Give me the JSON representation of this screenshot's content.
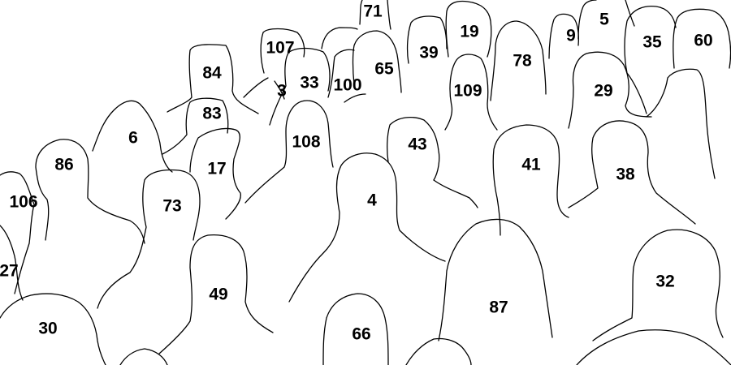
{
  "figure": {
    "labels": [
      {
        "id": "71",
        "text": "71"
      },
      {
        "id": "5",
        "text": "5"
      },
      {
        "id": "19",
        "text": "19"
      },
      {
        "id": "9",
        "text": "9"
      },
      {
        "id": "35",
        "text": "35"
      },
      {
        "id": "60",
        "text": "60"
      },
      {
        "id": "107",
        "text": "107"
      },
      {
        "id": "39",
        "text": "39"
      },
      {
        "id": "78",
        "text": "78"
      },
      {
        "id": "65",
        "text": "65"
      },
      {
        "id": "84",
        "text": "84"
      },
      {
        "id": "33",
        "text": "33"
      },
      {
        "id": "100",
        "text": "100"
      },
      {
        "id": "3",
        "text": "3"
      },
      {
        "id": "109",
        "text": "109"
      },
      {
        "id": "29",
        "text": "29"
      },
      {
        "id": "83",
        "text": "83"
      },
      {
        "id": "6",
        "text": "6"
      },
      {
        "id": "108",
        "text": "108"
      },
      {
        "id": "43",
        "text": "43"
      },
      {
        "id": "86",
        "text": "86"
      },
      {
        "id": "41",
        "text": "41"
      },
      {
        "id": "17",
        "text": "17"
      },
      {
        "id": "38",
        "text": "38"
      },
      {
        "id": "106",
        "text": "106"
      },
      {
        "id": "73",
        "text": "73"
      },
      {
        "id": "4",
        "text": "4"
      },
      {
        "id": "27",
        "text": "27"
      },
      {
        "id": "49",
        "text": "49"
      },
      {
        "id": "32",
        "text": "32"
      },
      {
        "id": "87",
        "text": "87"
      },
      {
        "id": "30",
        "text": "30"
      },
      {
        "id": "66",
        "text": "66"
      }
    ]
  }
}
